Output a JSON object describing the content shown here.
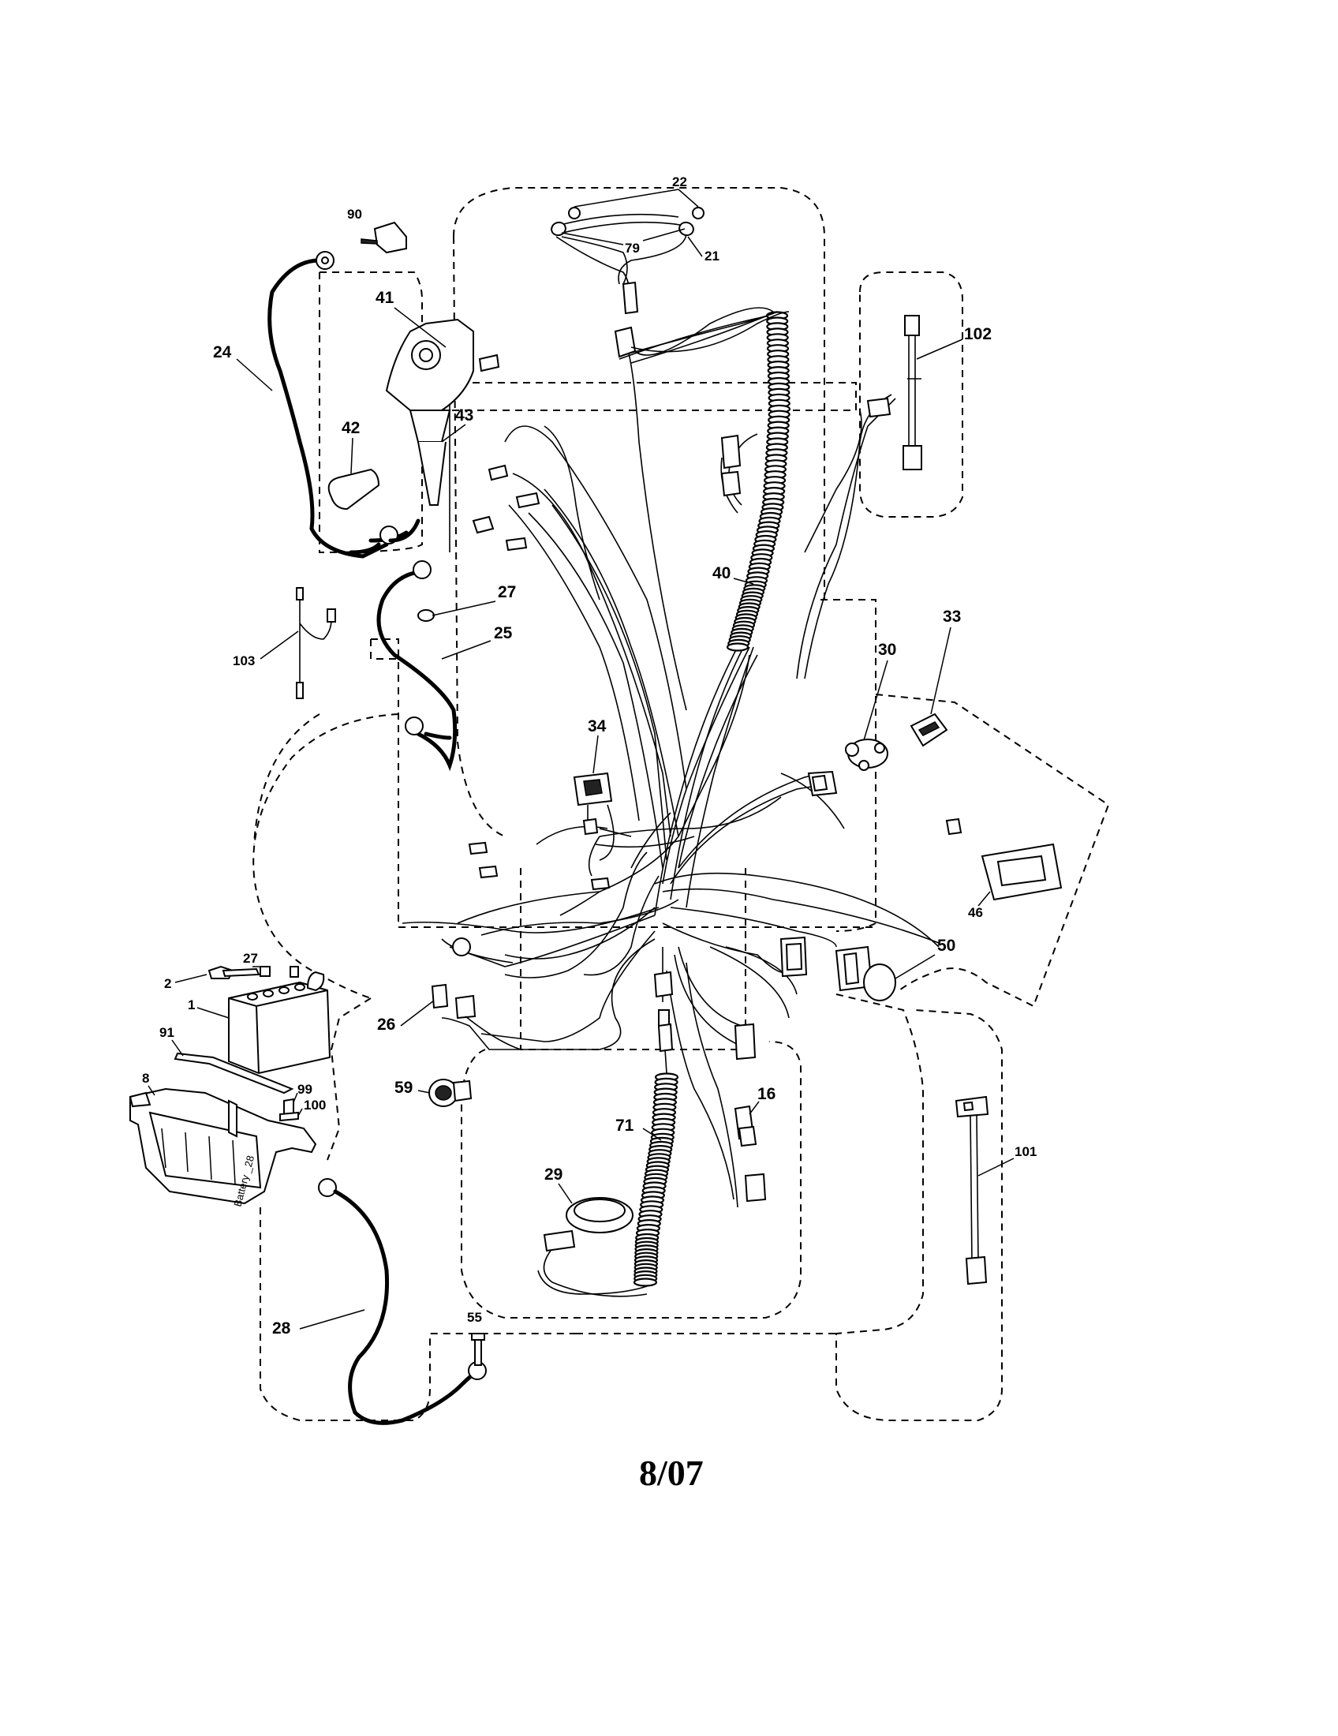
{
  "diagram": {
    "callouts": [
      {
        "id": "90",
        "text": "90"
      },
      {
        "id": "22",
        "text": "22"
      },
      {
        "id": "79",
        "text": "79"
      },
      {
        "id": "21",
        "text": "21"
      },
      {
        "id": "41",
        "text": "41"
      },
      {
        "id": "24",
        "text": "24"
      },
      {
        "id": "102",
        "text": "102"
      },
      {
        "id": "42",
        "text": "42"
      },
      {
        "id": "43",
        "text": "43"
      },
      {
        "id": "40",
        "text": "40"
      },
      {
        "id": "27a",
        "text": "27"
      },
      {
        "id": "25",
        "text": "25"
      },
      {
        "id": "103",
        "text": "103"
      },
      {
        "id": "33",
        "text": "33"
      },
      {
        "id": "30",
        "text": "30"
      },
      {
        "id": "34",
        "text": "34"
      },
      {
        "id": "46",
        "text": "46"
      },
      {
        "id": "50",
        "text": "50"
      },
      {
        "id": "2",
        "text": "2"
      },
      {
        "id": "27b",
        "text": "27"
      },
      {
        "id": "1",
        "text": "1"
      },
      {
        "id": "26",
        "text": "26"
      },
      {
        "id": "91",
        "text": "91"
      },
      {
        "id": "8",
        "text": "8"
      },
      {
        "id": "99",
        "text": "99"
      },
      {
        "id": "100",
        "text": "100"
      },
      {
        "id": "59",
        "text": "59"
      },
      {
        "id": "16",
        "text": "16"
      },
      {
        "id": "71",
        "text": "71"
      },
      {
        "id": "101",
        "text": "101"
      },
      {
        "id": "29",
        "text": "29"
      },
      {
        "id": "55",
        "text": "55"
      },
      {
        "id": "28",
        "text": "28"
      }
    ],
    "battery_tray_mark": "Battery _28",
    "footer": "8/07"
  }
}
